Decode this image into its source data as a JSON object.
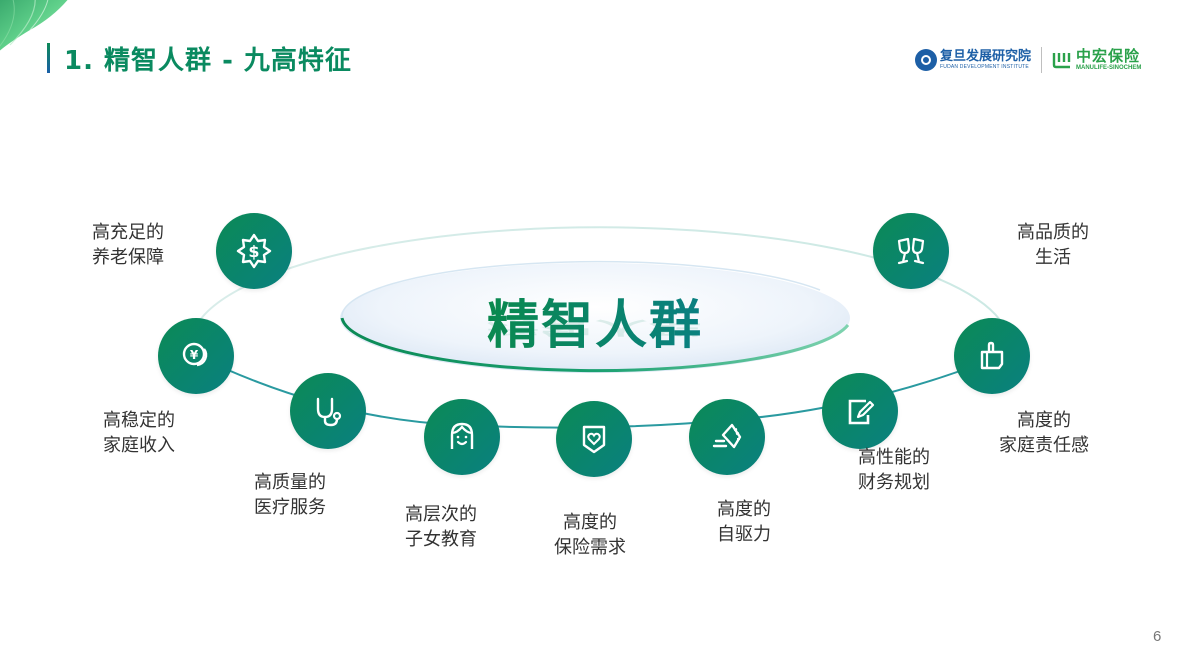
{
  "header": {
    "title": "1. 精智人群 - 九高特征"
  },
  "logos": {
    "fudan": {
      "cn": "复旦发展研究院",
      "en": "FUDAN DEVELOPMENT INSTITUTE"
    },
    "manulife": {
      "cn": "中宏保险",
      "en": "MANULIFE-SINOCHEM"
    }
  },
  "center": {
    "title": "精智人群"
  },
  "features": [
    {
      "line1": "高充足的",
      "line2": "养老保障",
      "icon": "dollar-badge-icon"
    },
    {
      "line1": "高稳定的",
      "line2": "家庭收入",
      "icon": "yen-coin-icon"
    },
    {
      "line1": "高质量的",
      "line2": "医疗服务",
      "icon": "stethoscope-icon"
    },
    {
      "line1": "高层次的",
      "line2": "子女教育",
      "icon": "child-face-icon"
    },
    {
      "line1": "高度的",
      "line2": "保险需求",
      "icon": "shield-heart-icon"
    },
    {
      "line1": "高度的",
      "line2": "自驱力",
      "icon": "running-shoe-icon"
    },
    {
      "line1": "高性能的",
      "line2": "财务规划",
      "icon": "edit-note-icon"
    },
    {
      "line1": "高度的",
      "line2": "家庭责任感",
      "icon": "thumbs-up-icon"
    },
    {
      "line1": "高品质的",
      "line2": "生活",
      "icon": "cheers-glasses-icon"
    }
  ],
  "colors": {
    "primary_green": "#0b8a55",
    "teal": "#0a8080",
    "title_green": "#0a8a60",
    "fudan_blue": "#1d5fa6",
    "manulife_green": "#2aa14a"
  },
  "footer": {
    "page_number": "6"
  }
}
